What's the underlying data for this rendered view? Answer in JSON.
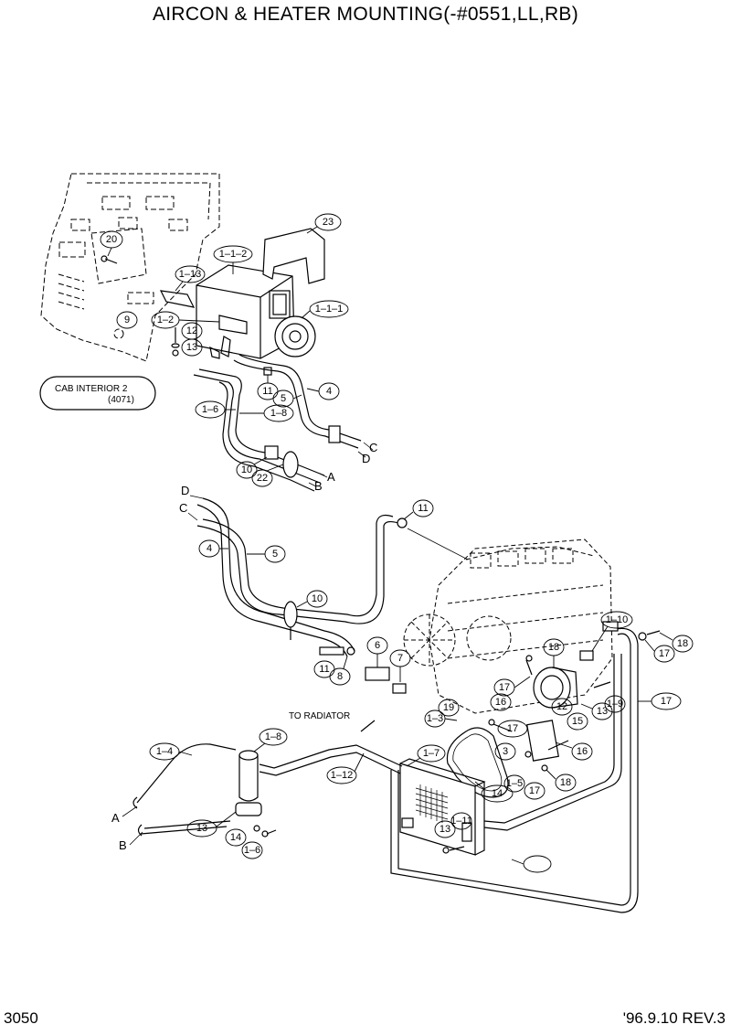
{
  "title": "AIRCON & HEATER MOUNTING(-#0551,LL,RB)",
  "page_number": "3050",
  "revision": "'96.9.10 REV.3",
  "cab_reference": {
    "line1": "CAB INTERIOR 2",
    "line2": "(4071)"
  },
  "to_radiator": "TO RADIATOR",
  "callouts": [
    "23",
    "20",
    "1–1–2",
    "1–13",
    "1–1–1",
    "9",
    "1–2",
    "12",
    "13",
    "11",
    "5",
    "4",
    "1–6",
    "1–8",
    "10",
    "22",
    "11",
    "4",
    "5",
    "10",
    "11",
    "8",
    "6",
    "7",
    "18",
    "1–10",
    "18",
    "17",
    "17",
    "16",
    "19",
    "1–3",
    "17",
    "13",
    "12",
    "15",
    "1–9",
    "17",
    "3",
    "16",
    "18",
    "17",
    "1–5",
    "1–8",
    "1–4",
    "1–7",
    "1–12",
    "14",
    "13",
    "1–11",
    "13",
    "14",
    "1–6"
  ],
  "letters": [
    "C",
    "D",
    "A",
    "B",
    "D",
    "C",
    "A",
    "B"
  ]
}
